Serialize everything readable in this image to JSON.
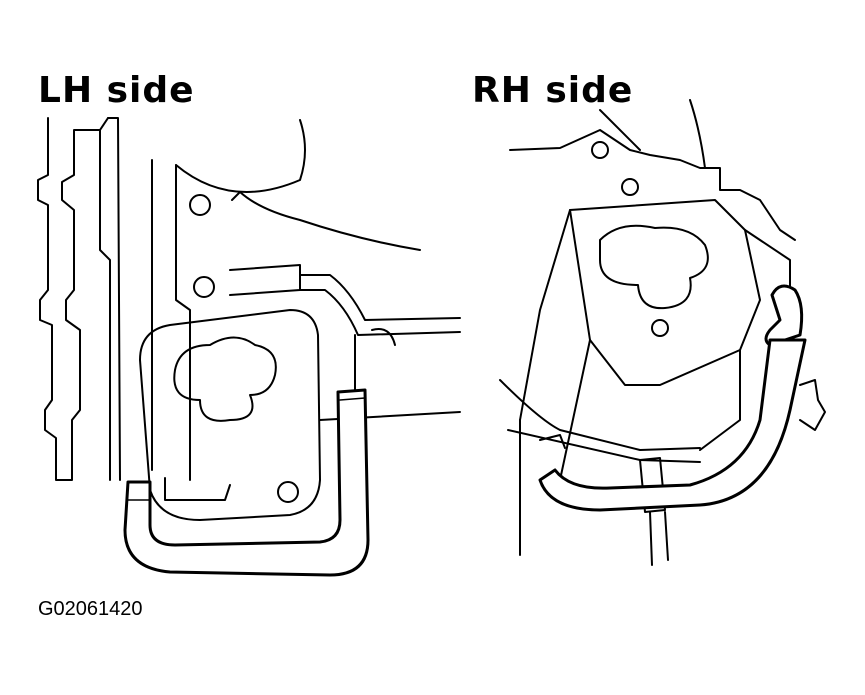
{
  "labels": {
    "lh_side": "LH side",
    "rh_side": "RH side",
    "figure_code": "G02061420"
  },
  "colors": {
    "line": "#000000",
    "background": "#ffffff"
  }
}
